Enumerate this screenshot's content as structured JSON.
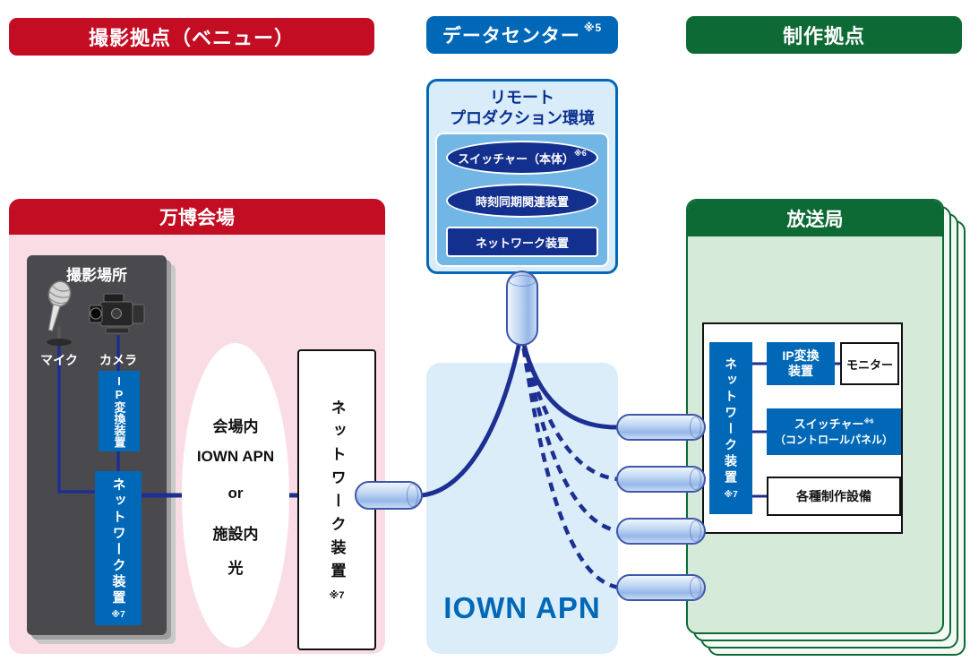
{
  "headers": {
    "venue": "撮影拠点（ベニュー）",
    "datacenter": "データセンター",
    "datacenter_note": "※5",
    "production": "制作拠点"
  },
  "expo": {
    "title": "万博会場",
    "shooting": {
      "title": "撮影場所",
      "mic": "マイク",
      "camera": "カメラ",
      "ip_converter": "IP変換装置",
      "network_device": "ネットワーク装置",
      "note": "※7"
    },
    "ellipse": {
      "line1": "会場内",
      "line2": "IOWN APN",
      "line3": "or",
      "line4": "施設内",
      "line5": "光"
    },
    "network_device": {
      "label": "ネットワーク装置",
      "note": "※7"
    }
  },
  "dc": {
    "title1": "リモート",
    "title2": "プロダクション環境",
    "switcher": "スイッチャー（本体）",
    "switcher_note": "※6",
    "time_sync": "時刻同期関連装置",
    "network_device": "ネットワーク装置"
  },
  "iown": {
    "label": "IOWN APN"
  },
  "broadcast": {
    "title": "放送局",
    "network_device": {
      "label": "ネットワーク装置",
      "note": "※7"
    },
    "ip_line1": "IP変換",
    "ip_line2": "装置",
    "monitor": "モニター",
    "switcher_line1": "スイッチャー",
    "switcher_note": "※6",
    "switcher_line2": "（コントロールパネル）",
    "equipment": "各種制作設備"
  },
  "colors": {
    "venue_red": "#c30d23",
    "nt_blue": "#0068b7",
    "prod_green": "#0e6a35",
    "line_navy": "#1d2f91",
    "pink_bg": "#fadde4",
    "green_bg": "#d6ead9",
    "iown_bg": "#daedf9",
    "dc_panel": "#72b6e5",
    "dc_element": "#14308e"
  }
}
